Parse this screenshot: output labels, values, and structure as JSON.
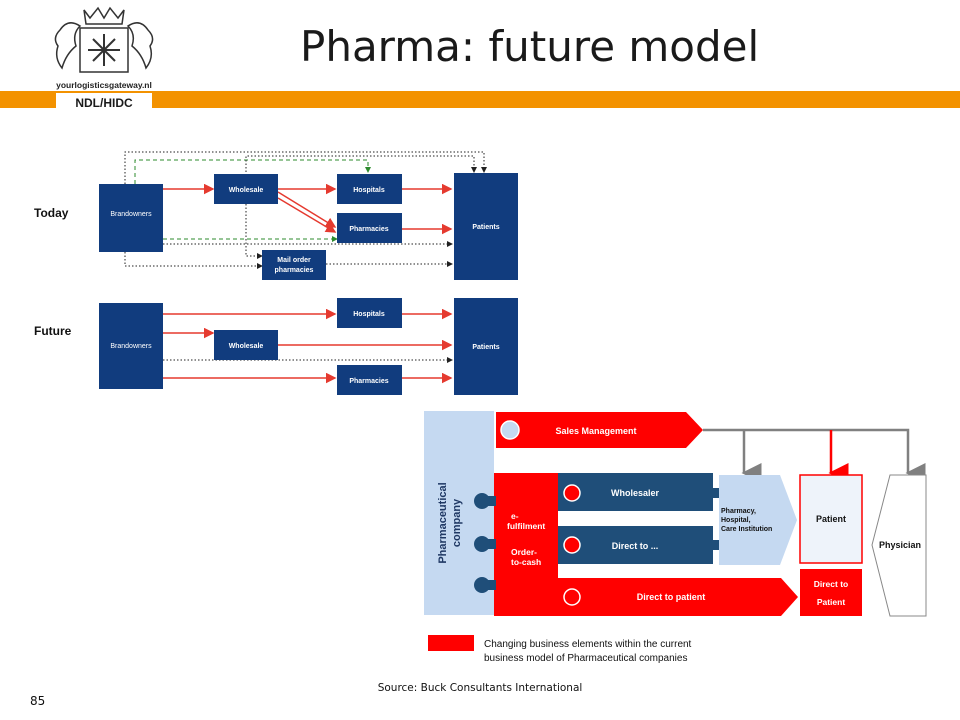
{
  "header": {
    "title": "Pharma: future model",
    "logo_text": "yourlogisticsgateway.nl",
    "logo_label": "NDL/HIDC",
    "accent_color": "#f39200"
  },
  "top_diagram": {
    "rows": {
      "today": "Today",
      "future": "Future"
    },
    "nodes": {
      "brandowners": "Brandowners",
      "wholesale": "Wholesale",
      "hospitals": "Hospitals",
      "pharmacies": "Pharmacies",
      "patients": "Patients",
      "mail_order": [
        "Mail order",
        "pharmacies"
      ]
    },
    "colors": {
      "node": "#113c7e",
      "arrow": "#e53a2f",
      "dashed": "#2e8b2e",
      "dotted": "#222222"
    }
  },
  "bottom_diagram": {
    "pharma_company": [
      "Pharmaceutical",
      "company"
    ],
    "sales_management": "Sales Management",
    "e_fulfilment": [
      "e-",
      "fulfilment"
    ],
    "order_to_cash": [
      "Order-",
      "to-cash"
    ],
    "wholesaler": "Wholesaler",
    "direct_to": "Direct to ...",
    "direct_to_patient": "Direct to patient",
    "pharmacy_block": [
      "Pharmacy,",
      "Hospital,",
      "Care Institution"
    ],
    "patient": "Patient",
    "direct_to_patient_box": [
      "Direct to",
      "Patient"
    ],
    "physician": "Physician",
    "legend_text": [
      "Changing business elements within the current",
      "business model of Pharmaceutical companies"
    ],
    "colors": {
      "red": "#ff0000",
      "navy": "#1f4e79",
      "light_blue": "#c5d9f1",
      "grey": "#808080"
    }
  },
  "footer": {
    "source": "Source: Buck Consultants International",
    "page_number": "85"
  }
}
